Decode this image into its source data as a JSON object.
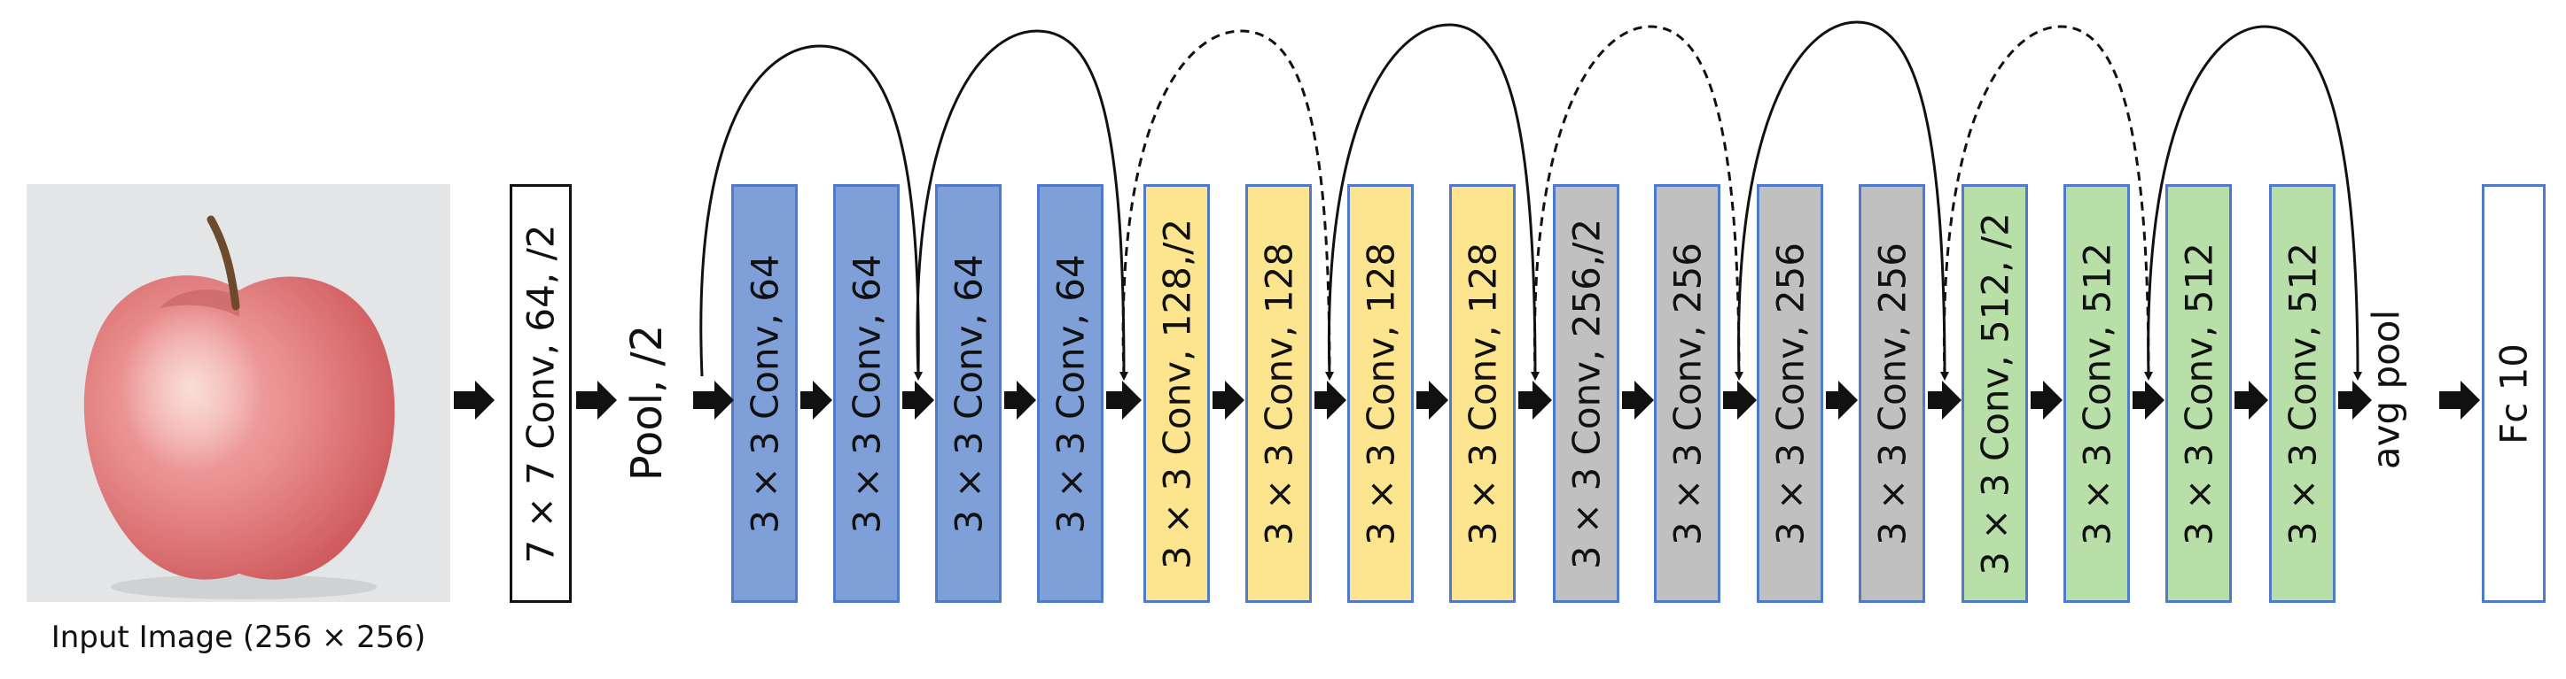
{
  "input": {
    "caption": "Input Image (256 × 256)"
  },
  "stem": {
    "conv_label": "7 × 7 Conv, 64, /2",
    "pool_label": "Pool, /2"
  },
  "layers": [
    {
      "label": "3 × 3 Conv, 64",
      "color": "#7f9fd8"
    },
    {
      "label": "3 × 3 Conv, 64",
      "color": "#7f9fd8"
    },
    {
      "label": "3 × 3 Conv, 64",
      "color": "#7f9fd8"
    },
    {
      "label": "3 × 3 Conv, 64",
      "color": "#7f9fd8"
    },
    {
      "label": "3 × 3 Conv, 128,/2",
      "color": "#fde58f"
    },
    {
      "label": "3 × 3 Conv, 128",
      "color": "#fde58f"
    },
    {
      "label": "3 × 3 Conv, 128",
      "color": "#fde58f"
    },
    {
      "label": "3 × 3 Conv, 128",
      "color": "#fde58f"
    },
    {
      "label": "3 × 3 Conv, 256,/2",
      "color": "#c0c0c0"
    },
    {
      "label": "3 × 3 Conv, 256",
      "color": "#c0c0c0"
    },
    {
      "label": "3 × 3 Conv, 256",
      "color": "#c0c0c0"
    },
    {
      "label": "3 × 3 Conv, 256",
      "color": "#c0c0c0"
    },
    {
      "label": "3 × 3 Conv, 512, /2",
      "color": "#b9dfa8"
    },
    {
      "label": "3 × 3 Conv, 512",
      "color": "#b9dfa8"
    },
    {
      "label": "3 × 3 Conv, 512",
      "color": "#b9dfa8"
    },
    {
      "label": "3 × 3 Conv, 512",
      "color": "#b9dfa8"
    }
  ],
  "head": {
    "pool_label": "avg pool",
    "fc_label": "Fc 10"
  },
  "skip_connections": [
    {
      "style": "solid"
    },
    {
      "style": "solid"
    },
    {
      "style": "dashed"
    },
    {
      "style": "solid"
    },
    {
      "style": "dashed"
    },
    {
      "style": "solid"
    },
    {
      "style": "dashed"
    },
    {
      "style": "solid"
    }
  ]
}
